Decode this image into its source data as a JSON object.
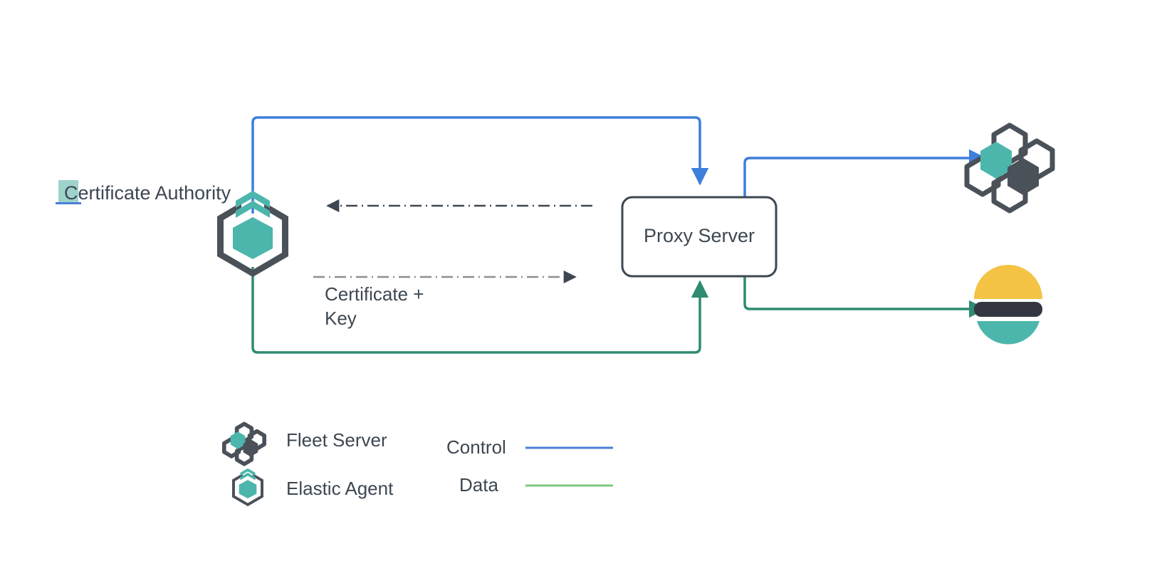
{
  "diagram": {
    "title_text": "Certificate Authority",
    "nodes": {
      "certificate_authority": {
        "label": "Certificate Authority",
        "icon": "elastic-agent-icon",
        "selection_highlight": true,
        "highlight_color": "#9ed3cb",
        "underline_color": "#4a7fd6"
      },
      "proxy_server": {
        "label": "Proxy Server",
        "shape": "rounded-rectangle",
        "border_color": "#3d4752",
        "fill_color": "#ffffff"
      },
      "fleet_server": {
        "label": "",
        "icon": "fleet-server-icon"
      },
      "elasticsearch": {
        "label": "",
        "icon": "elasticsearch-icon"
      }
    },
    "edges": [
      {
        "name": "agent-to-proxy-control",
        "kind": "control",
        "style": "solid",
        "color": "#3d7fdb",
        "label": ""
      },
      {
        "name": "agent-to-proxy-data",
        "kind": "data",
        "style": "solid",
        "color": "#2e8b72",
        "label": ""
      },
      {
        "name": "proxy-to-fleet-control",
        "kind": "control",
        "style": "solid",
        "color": "#3d7fdb",
        "label": ""
      },
      {
        "name": "proxy-to-elasticsearch-data",
        "kind": "data",
        "style": "solid",
        "color": "#2e8b72",
        "label": ""
      },
      {
        "name": "proxy-to-ca-request",
        "kind": "certificate",
        "style": "dash-dot",
        "color": "#3d4752",
        "direction": "left",
        "label": ""
      },
      {
        "name": "ca-to-proxy-certificate",
        "kind": "certificate",
        "style": "dash-dot",
        "color": "#8a8f96",
        "direction": "right",
        "label": "Certificate +\nKey",
        "label_line1": "Certificate +",
        "label_line2": "Key"
      }
    ]
  },
  "legend": {
    "items": [
      {
        "label": "Fleet Server",
        "icon": "fleet-server-icon"
      },
      {
        "label": "Elastic Agent",
        "icon": "elastic-agent-icon"
      }
    ],
    "lines": [
      {
        "label": "Control",
        "color": "#4a7fd6"
      },
      {
        "label": "Data",
        "color": "#7ec87e"
      }
    ]
  },
  "colors": {
    "teal": "#4db6ac",
    "dark_slate": "#4a5159",
    "control_blue": "#3d7fdb",
    "data_green": "#2e8b72",
    "legend_green": "#7ec87e",
    "elastic_yellow": "#f4c343",
    "elastic_dark": "#343741",
    "elastic_teal": "#4db6ac",
    "text": "#3d4752"
  }
}
